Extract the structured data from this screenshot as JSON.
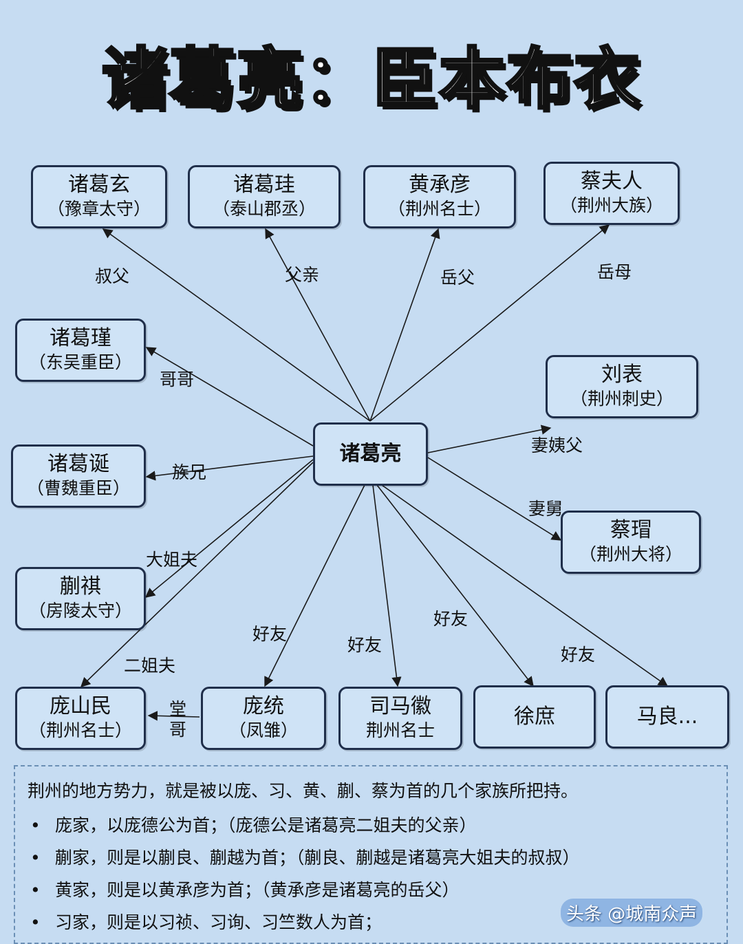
{
  "title": "诸葛亮：臣本布衣",
  "center": {
    "name": "诸葛亮"
  },
  "nodes": {
    "zhuge_xuan": {
      "name": "诸葛玄",
      "sub": "（豫章太守）"
    },
    "zhuge_gui": {
      "name": "诸葛珪",
      "sub": "（泰山郡丞）"
    },
    "huang_chengyan": {
      "name": "黄承彦",
      "sub": "（荆州名士）"
    },
    "cai_furen": {
      "name": "蔡夫人",
      "sub": "（荆州大族）"
    },
    "zhuge_jin": {
      "name": "诸葛瑾",
      "sub": "（东吴重臣）"
    },
    "liu_biao": {
      "name": "刘表",
      "sub": "（荆州刺史）"
    },
    "zhuge_dan": {
      "name": "诸葛诞",
      "sub": "（曹魏重臣）"
    },
    "cai_mao": {
      "name": "蔡瑁",
      "sub": "（荆州大将）"
    },
    "kuai_qi": {
      "name": "蒯祺",
      "sub": "（房陵太守）"
    },
    "pang_shanmin": {
      "name": "庞山民",
      "sub": "（荆州名士）"
    },
    "pang_tong": {
      "name": "庞统",
      "sub": "（凤雏）"
    },
    "sima_hui": {
      "name": "司马徽",
      "sub": "荆州名士"
    },
    "xu_shu": {
      "name": "徐庶"
    },
    "ma_liang": {
      "name": "马良..."
    }
  },
  "relations": {
    "uncle": "叔父",
    "father": "父亲",
    "father_in_law": "岳父",
    "mother_in_law": "岳母",
    "elder_brother": "哥哥",
    "wife_aunt_husband": "妻姨父",
    "clan_brother": "族兄",
    "wife_uncle": "妻舅",
    "eldest_sister_husband": "大姐夫",
    "second_sister_husband": "二姐夫",
    "cousin": "堂哥",
    "friend_pang": "好友",
    "friend_sima": "好友",
    "friend_xu": "好友",
    "friend_ma": "好友"
  },
  "notes": {
    "intro": "荆州的地方势力，就是被以庞、习、黄、蒯、蔡为首的几个家族所把持。",
    "items": [
      "庞家，以庞德公为首；（庞德公是诸葛亮二姐夫的父亲）",
      "蒯家，则是以蒯良、蒯越为首；（蒯良、蒯越是诸葛亮大姐夫的叔叔）",
      "黄家，则是以黄承彦为首；（黄承彦是诸葛亮的岳父）",
      "习家，则是以习祯、习询、习竺数人为首；"
    ]
  },
  "watermark": "头条 @城南众声",
  "colors": {
    "background": "#c6dcf2",
    "node_border": "#1f2e4a",
    "edge": "#1a1a1a"
  }
}
